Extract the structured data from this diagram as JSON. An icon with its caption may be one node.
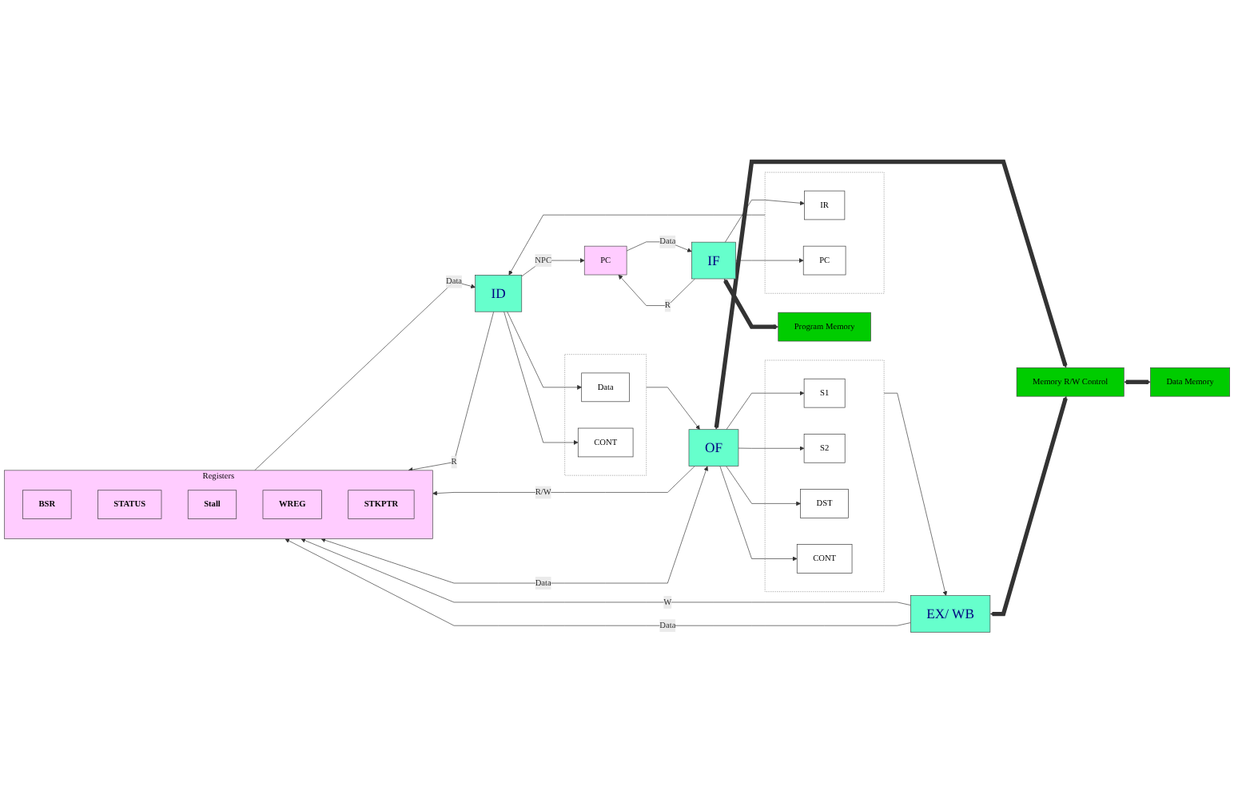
{
  "diagram": {
    "nodes": [
      {
        "text": [
          "Registers"
        ]
      },
      {
        "text": [
          "BSR"
        ],
        "in": 0
      },
      {
        "text": [
          "STATUS"
        ],
        "in": 0
      },
      {
        "text": [
          "Stall"
        ],
        "in": 0
      },
      {
        "text": [
          "WREG"
        ],
        "in": 0
      },
      {
        "text": [
          "STKPTR"
        ],
        "in": 0
      },
      {
        "text": [
          "PC"
        ]
      },
      {
        "text": [
          "IF"
        ]
      },
      {
        "text": [],
        "shape": "box"
      },
      {
        "text": [
          "IR"
        ],
        "in": 8
      },
      {
        "text": [
          "PC"
        ],
        "in": 8
      },
      {
        "text": [
          "ID"
        ]
      },
      {
        "text": [],
        "shape": "box"
      },
      {
        "text": [
          "Data"
        ],
        "in": 12
      },
      {
        "text": [
          "CONT"
        ],
        "in": 12
      },
      {
        "text": [
          "OF"
        ]
      },
      {
        "text": [],
        "shape": "box"
      },
      {
        "text": [
          "S1"
        ],
        "in": 16
      },
      {
        "text": [
          "S2"
        ],
        "in": 16
      },
      {
        "text": [
          "DST"
        ],
        "in": 16
      },
      {
        "text": [
          "CONT"
        ],
        "in": 16
      },
      {
        "text": [
          "EX/ WB"
        ]
      },
      {
        "text": [
          "Program Memory"
        ]
      },
      {
        "text": [
          "Memory R/W Control"
        ]
      },
      {
        "text": [
          "Data Memory"
        ]
      }
    ],
    "edges": [
      {
        "from": 7,
        "to": 6,
        "arrow": "to",
        "label": "R"
      },
      {
        "from": 6,
        "to": 7,
        "arrow": "to",
        "label": "Data"
      },
      {
        "from": 11,
        "to": 6,
        "arrow": "to",
        "label": "NPC"
      },
      {
        "from": 11,
        "to": 0,
        "arrow": "to",
        "label": "R"
      },
      {
        "from": 0,
        "to": 11,
        "arrow": "to",
        "label": "Data"
      },
      {
        "from": 7,
        "to": 9,
        "arrow": "to"
      },
      {
        "from": 7,
        "to": 10,
        "arrow": "to"
      },
      {
        "from": 8,
        "to": 11,
        "arrow": "to"
      },
      {
        "from": 11,
        "to": 13,
        "arrow": "to"
      },
      {
        "from": 11,
        "to": 14,
        "arrow": "to"
      },
      {
        "from": 12,
        "to": 15,
        "arrow": "to"
      },
      {
        "from": 15,
        "to": 0,
        "arrow": "to",
        "label": "R/W"
      },
      {
        "from": 15,
        "to": 0,
        "arrow": "both",
        "label": "Data"
      },
      {
        "from": 15,
        "to": 17,
        "arrow": "to"
      },
      {
        "from": 15,
        "to": 18,
        "arrow": "to"
      },
      {
        "from": 15,
        "to": 19,
        "arrow": "to"
      },
      {
        "from": 15,
        "to": 20,
        "arrow": "to"
      },
      {
        "from": 16,
        "to": 21,
        "arrow": "to"
      },
      {
        "from": 21,
        "to": 0,
        "arrow": "to",
        "label": "W"
      },
      {
        "from": 21,
        "to": 0,
        "arrow": "to",
        "label": "Data"
      },
      {
        "from": 7,
        "to": 22,
        "arrow": "both",
        "style": "thick"
      },
      {
        "from": 15,
        "to": 23,
        "arrow": "both",
        "style": "thick"
      },
      {
        "from": 21,
        "to": 23,
        "arrow": "both",
        "style": "thick"
      },
      {
        "from": 23,
        "to": 24,
        "arrow": "both",
        "style": "thick"
      }
    ]
  }
}
